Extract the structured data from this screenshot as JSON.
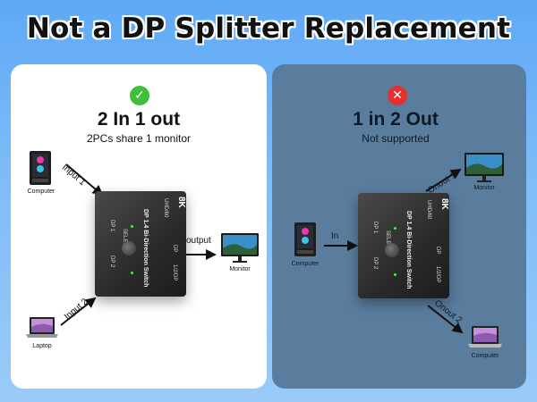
{
  "headline": "Not a DP Splitter Replacement",
  "left_panel": {
    "badge": "✓",
    "title": "2 In 1 out",
    "subtitle": "2PCs share 1 monitor",
    "computer_label": "Computer",
    "laptop_label": "Laptop",
    "monitor_label": "Monitor",
    "arrow_input1": "Input 1",
    "arrow_input2": "Input 2",
    "arrow_output": "output"
  },
  "right_panel": {
    "badge": "✕",
    "title": "1 in 2 Out",
    "subtitle": "Not supported",
    "computer_label": "Computer",
    "monitor_label": "Monitor",
    "computer2_label": "Computer",
    "arrow_in": "In",
    "arrow_out1": "Onout 1",
    "arrow_out2": "Onout 2"
  },
  "device": {
    "resolution": "8K",
    "resolution_sub": "UHD/60",
    "name": "DP 1.4 Bi-Direction Switch",
    "select": "SELECT",
    "port1": "DP 1",
    "port2": "DP 2",
    "port_out": "DP",
    "port_out2": "1/2/DP"
  },
  "colors": {
    "ok_badge": "#3fbf3a",
    "no_badge": "#e63030",
    "right_panel_bg": "#5a7d9e"
  }
}
